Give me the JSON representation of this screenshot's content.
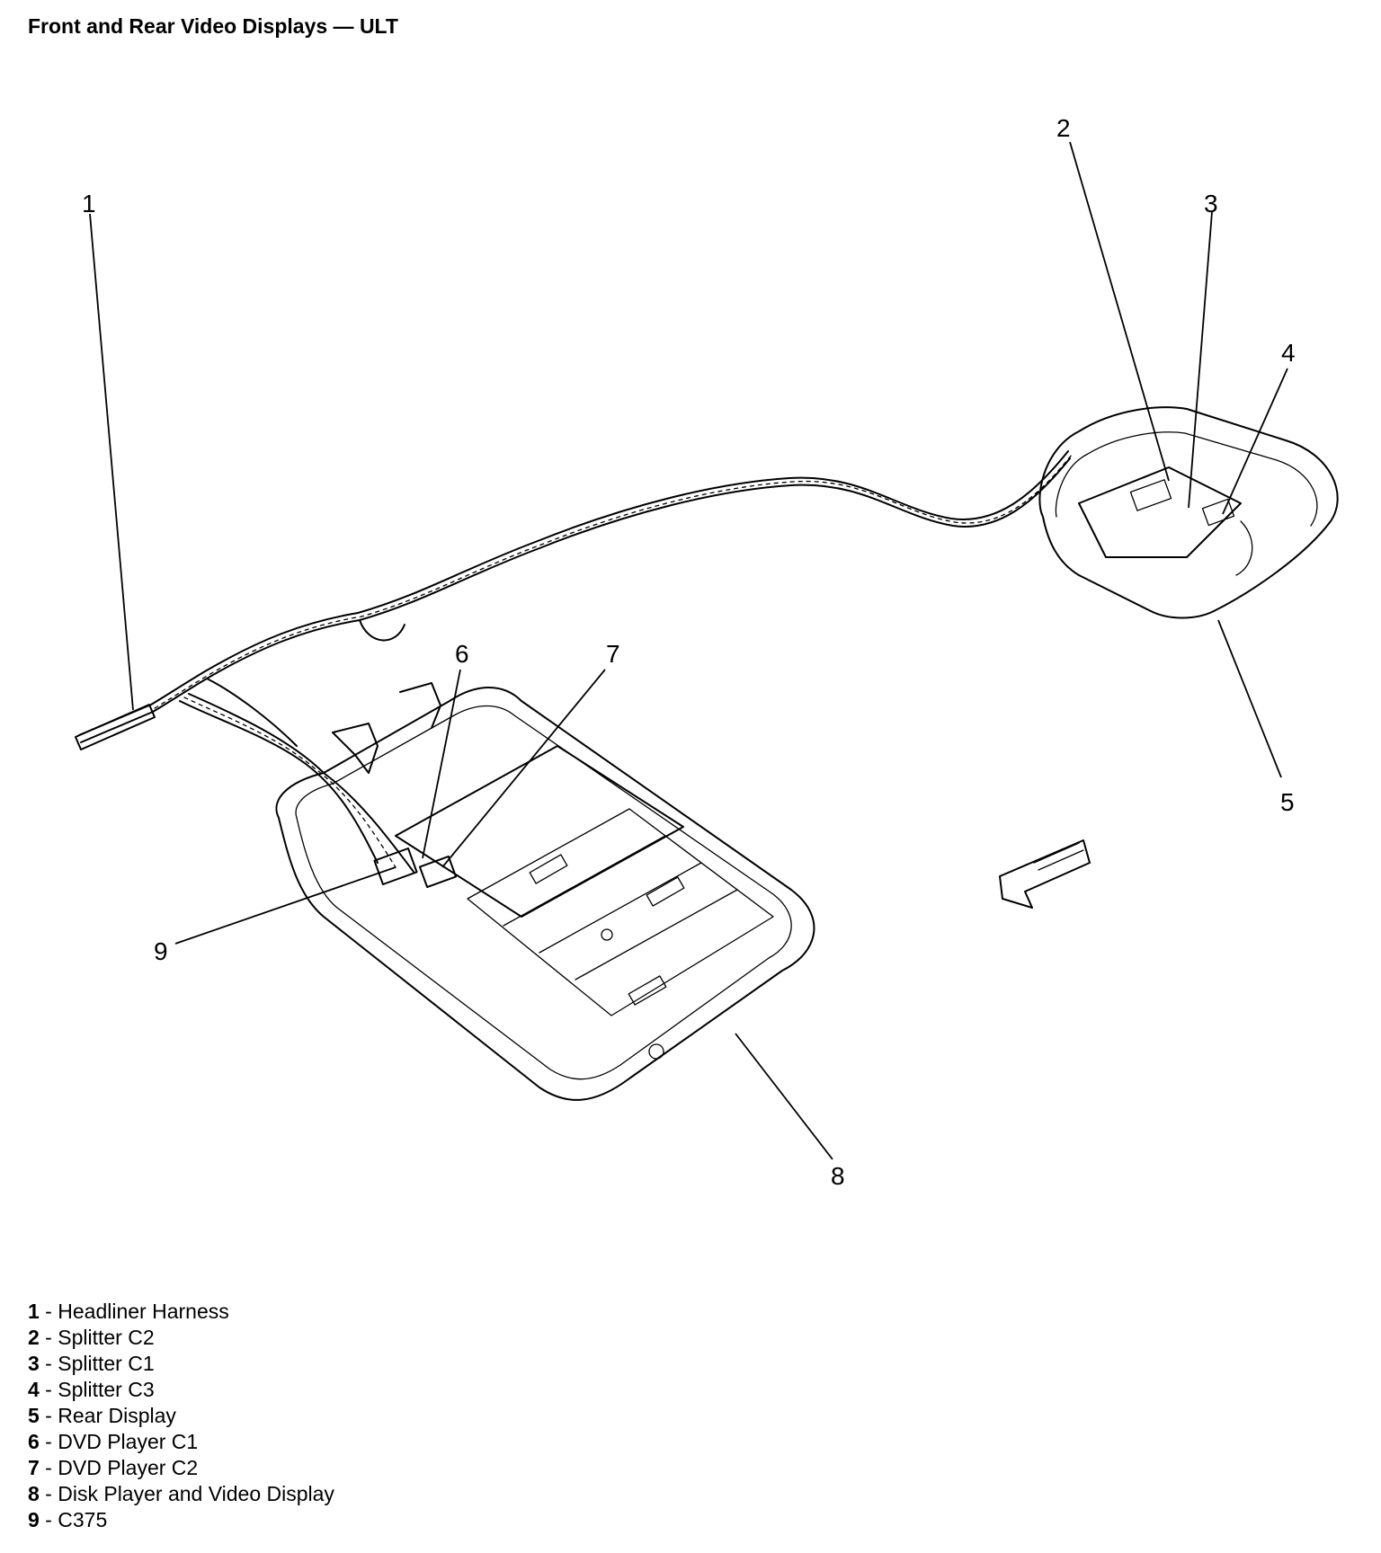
{
  "title": "Front and Rear Video Displays — ULT",
  "callouts": [
    "1",
    "2",
    "3",
    "4",
    "5",
    "6",
    "7",
    "8",
    "9"
  ],
  "legend": [
    {
      "num": "1",
      "sep": " - ",
      "label": "Headliner Harness"
    },
    {
      "num": "2",
      "sep": " - ",
      "label": "Splitter C2"
    },
    {
      "num": "3",
      "sep": " - ",
      "label": "Splitter C1"
    },
    {
      "num": "4",
      "sep": " - ",
      "label": "Splitter C3"
    },
    {
      "num": "5",
      "sep": " - ",
      "label": "Rear Display"
    },
    {
      "num": "6",
      "sep": " - ",
      "label": "DVD Player C1"
    },
    {
      "num": "7",
      "sep": " - ",
      "label": "DVD Player C2"
    },
    {
      "num": "8",
      "sep": " - ",
      "label": "Disk Player and Video Display"
    },
    {
      "num": "9",
      "sep": " - ",
      "label": "C375"
    }
  ]
}
